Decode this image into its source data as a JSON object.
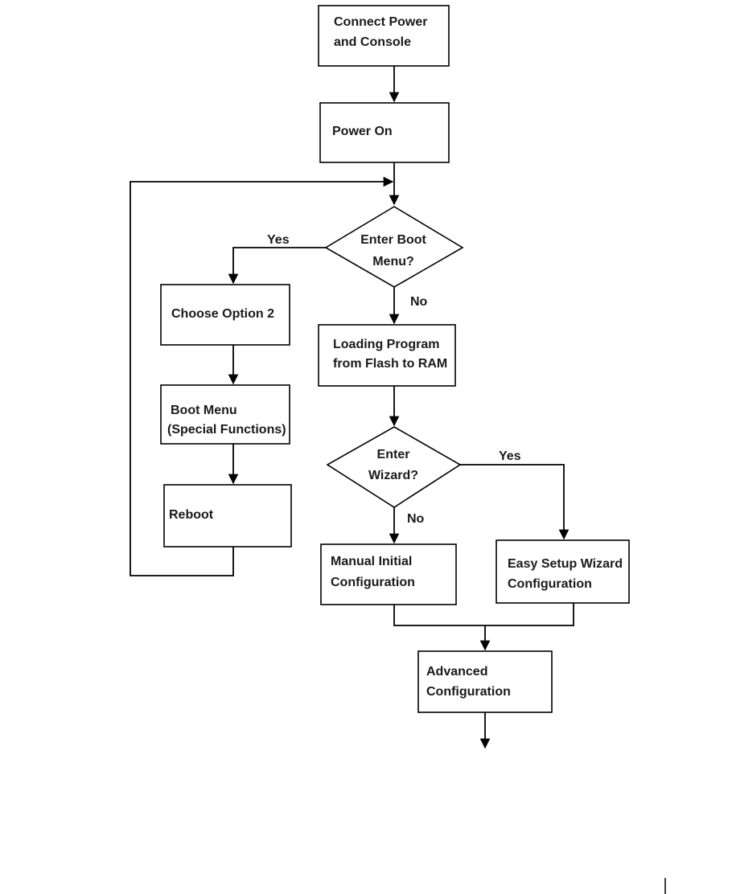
{
  "nodes": {
    "connect_power": [
      "Connect Power",
      "and Console"
    ],
    "power_on": [
      "Power On"
    ],
    "enter_boot_menu": [
      "Enter Boot",
      "Menu?"
    ],
    "choose_option_2": [
      "Choose Option 2"
    ],
    "boot_menu": [
      "Boot Menu",
      "(Special Functions)"
    ],
    "reboot": [
      "Reboot"
    ],
    "loading_program": [
      "Loading Program",
      "from Flash to RAM"
    ],
    "enter_wizard": [
      "Enter",
      "Wizard?"
    ],
    "manual_config": [
      "Manual Initial",
      "Configuration"
    ],
    "easy_setup": [
      "Easy Setup Wizard",
      "Configuration"
    ],
    "advanced_config": [
      "Advanced",
      "Configuration"
    ]
  },
  "edge_labels": {
    "boot_yes": "Yes",
    "boot_no": "No",
    "wizard_yes": "Yes",
    "wizard_no": "No"
  }
}
